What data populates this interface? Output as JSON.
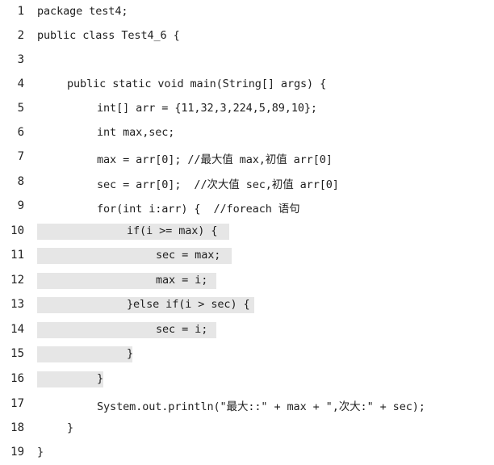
{
  "code": {
    "lines": [
      {
        "num": "1",
        "text": "package test4;"
      },
      {
        "num": "2",
        "text": "public class Test4_6 {"
      },
      {
        "num": "3",
        "text": ""
      },
      {
        "num": "4",
        "text": "public static void main(String[] args) {"
      },
      {
        "num": "5",
        "text": "int[] arr = {11,32,3,224,5,89,10};"
      },
      {
        "num": "6",
        "text": "int max,sec;"
      },
      {
        "num": "7",
        "text": "max = arr[0]; //最大值 max,初值 arr[0]"
      },
      {
        "num": "8",
        "text": "sec = arr[0];  //次大值 sec,初值 arr[0]"
      },
      {
        "num": "9",
        "text": "for(int i:arr) {  //foreach 语句"
      },
      {
        "num": "10",
        "text": "if(i >= max) {"
      },
      {
        "num": "11",
        "text": "sec = max;"
      },
      {
        "num": "12",
        "text": "max = i;"
      },
      {
        "num": "13",
        "text": "}else if(i > sec) {"
      },
      {
        "num": "14",
        "text": "sec = i;"
      },
      {
        "num": "15",
        "text": "}"
      },
      {
        "num": "16",
        "text": "}"
      },
      {
        "num": "17",
        "text": "System.out.println(\"最大::\" + max + \",次大:\" + sec);"
      },
      {
        "num": "18",
        "text": "}"
      },
      {
        "num": "19",
        "text": "}"
      }
    ]
  }
}
